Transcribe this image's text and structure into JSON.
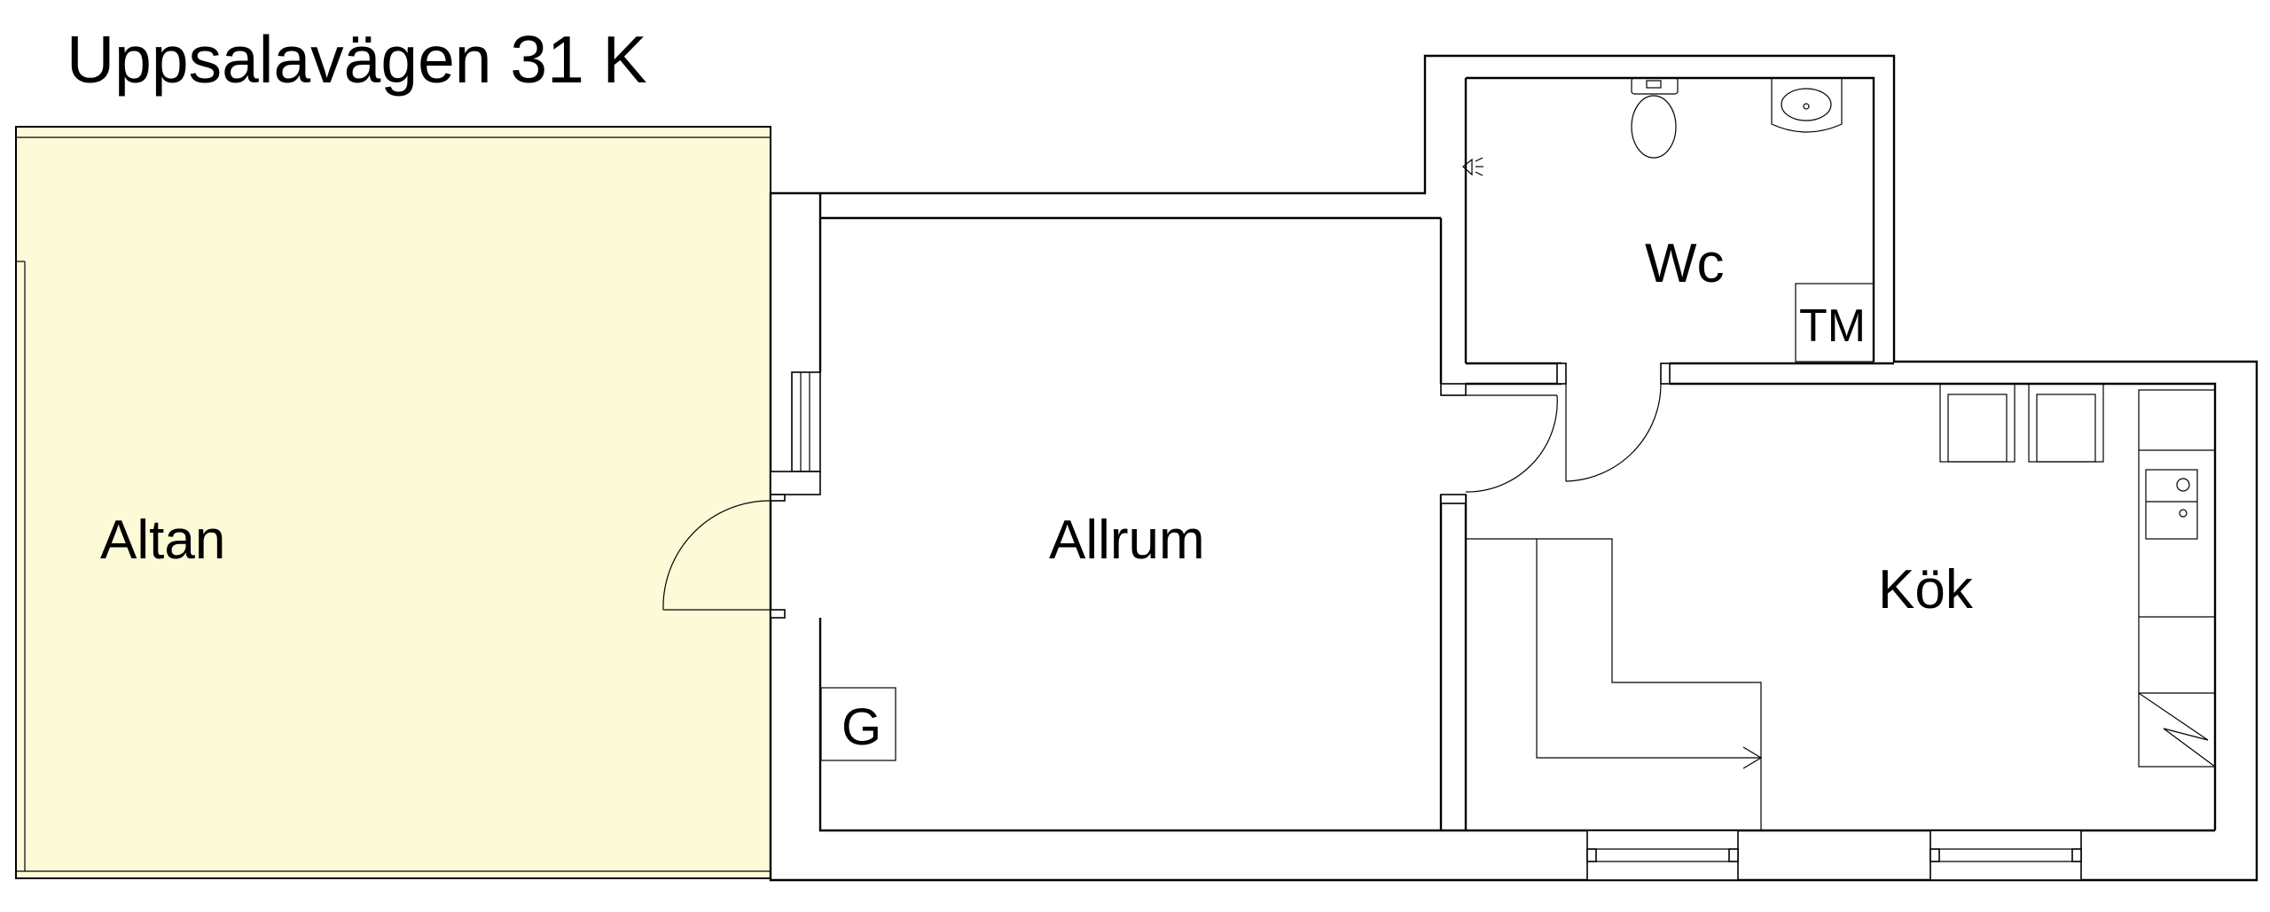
{
  "plan": {
    "title": "Uppsalavägen 31 K",
    "rooms": {
      "altan": "Altan",
      "allrum": "Allrum",
      "wc": "Wc",
      "kok": "Kök"
    },
    "markers": {
      "tm": "TM",
      "g": "G"
    },
    "colors": {
      "altan_fill": "#fdfad7",
      "walls": "#000000",
      "background": "#ffffff"
    }
  }
}
